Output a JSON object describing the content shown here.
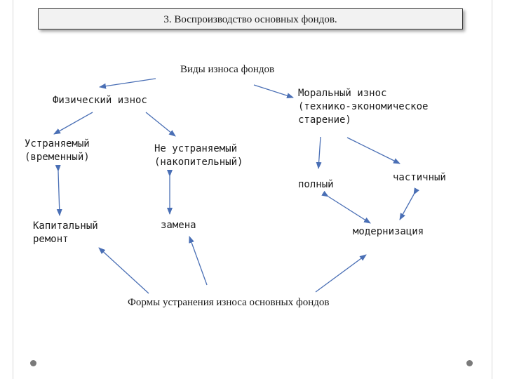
{
  "title": "3. Воспроизводство основных фондов.",
  "nodes": {
    "types": "Виды износа фондов",
    "physical": "Физический износ",
    "moral_1": "Моральный износ",
    "moral_2": "(технико-экономическое",
    "moral_3": "старение)",
    "removable_1": "Устраняемый",
    "removable_2": "(временный)",
    "nonremovable_1": "Не устраняемый",
    "nonremovable_2": "(накопительный)",
    "full": "полный",
    "partial": "частичный",
    "capital_1": "Капитальный",
    "capital_2": "ремонт",
    "replacement": "замена",
    "modernization": "модернизация",
    "forms": "Формы устранения износа основных фондов"
  },
  "colors": {
    "arrow": "#4a6fb5",
    "title_bg": "#f2f2f2"
  }
}
